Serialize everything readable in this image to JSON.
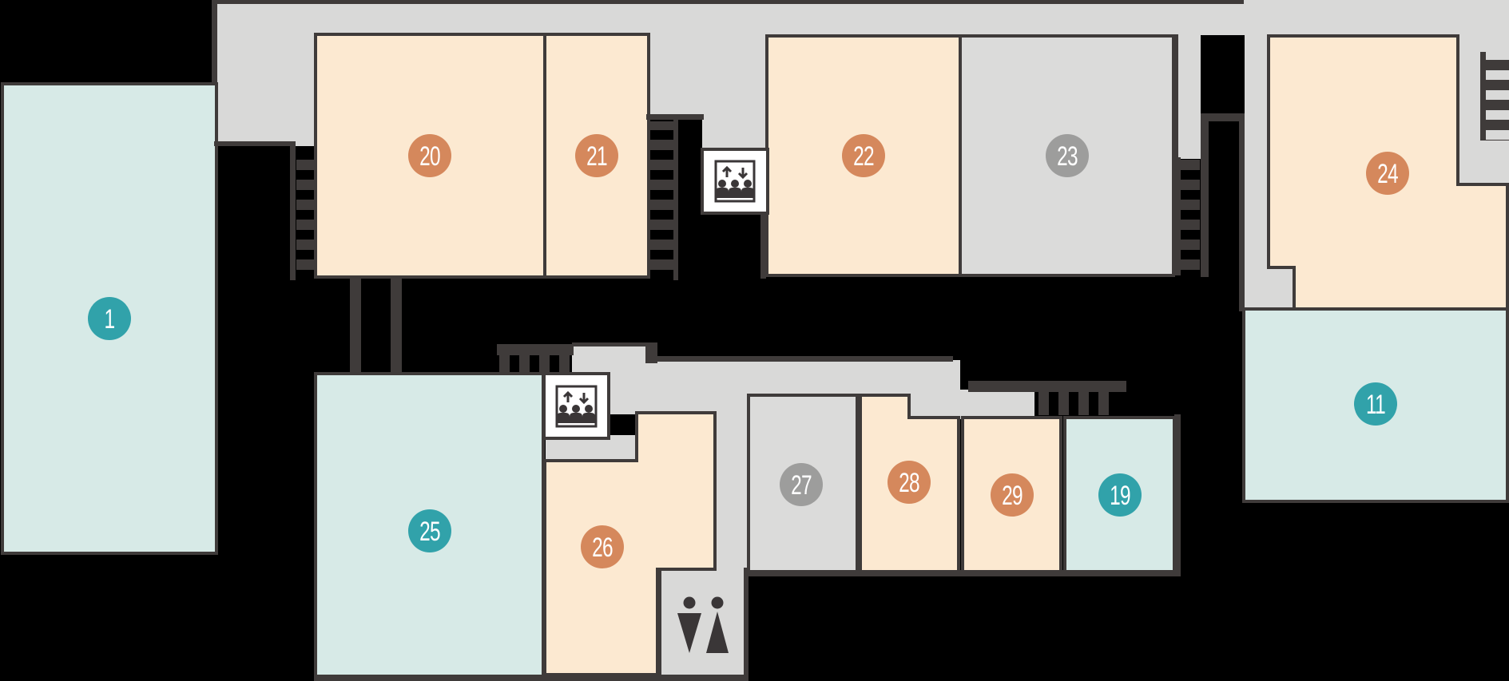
{
  "map": {
    "type": "floor-plan",
    "background": "#000000"
  },
  "colors": {
    "wall": "#3f3b3a",
    "corridor": "#d9d9d8",
    "room_retail": "#fce9d1",
    "room_anchor": "#d7eae7",
    "room_available": "#dbdbda",
    "badge_orange": "#d5885c",
    "badge_teal": "#31a2aa",
    "badge_gray": "#9d9d9c",
    "icon_dark": "#3a3637",
    "elevator_box": "#ffffff"
  },
  "icons": {
    "elevator_1": "elevator-icon",
    "elevator_2": "elevator-icon",
    "restroom": "restroom-icon",
    "stairs": "stairs-hatch"
  },
  "rooms": [
    {
      "label": "1",
      "category": "anchor",
      "badge": "teal"
    },
    {
      "label": "20",
      "category": "retail",
      "badge": "orange"
    },
    {
      "label": "21",
      "category": "retail",
      "badge": "orange"
    },
    {
      "label": "22",
      "category": "retail",
      "badge": "orange"
    },
    {
      "label": "23",
      "category": "available",
      "badge": "gray"
    },
    {
      "label": "24",
      "category": "retail",
      "badge": "orange"
    },
    {
      "label": "11",
      "category": "anchor",
      "badge": "teal"
    },
    {
      "label": "25",
      "category": "anchor",
      "badge": "teal"
    },
    {
      "label": "26",
      "category": "retail",
      "badge": "orange"
    },
    {
      "label": "27",
      "category": "available",
      "badge": "gray"
    },
    {
      "label": "28",
      "category": "retail",
      "badge": "orange"
    },
    {
      "label": "29",
      "category": "retail",
      "badge": "orange"
    },
    {
      "label": "19",
      "category": "anchor",
      "badge": "teal"
    }
  ]
}
